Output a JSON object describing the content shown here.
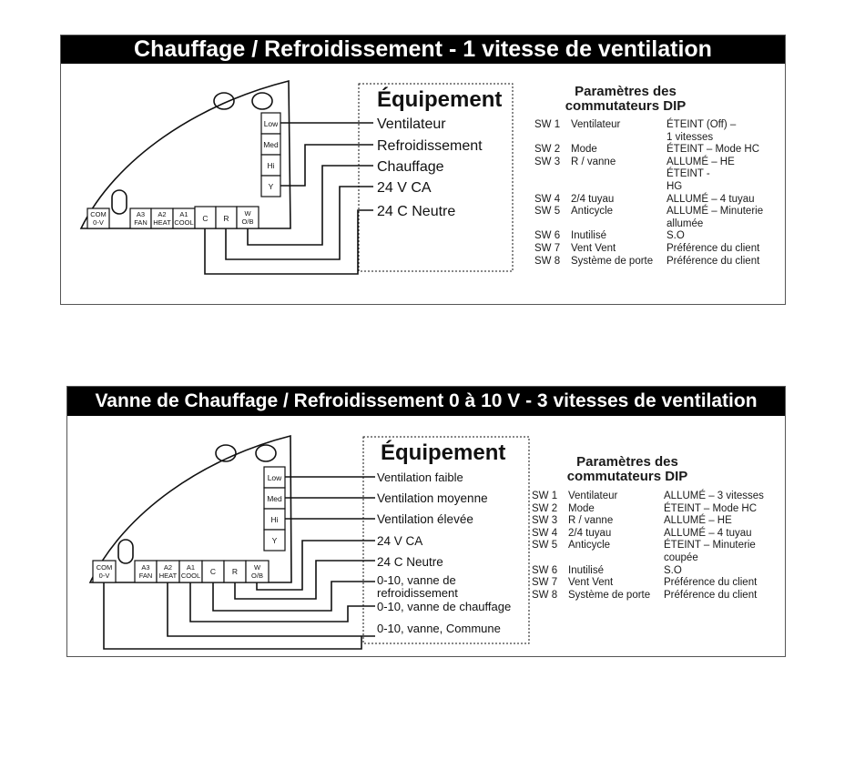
{
  "diagram1": {
    "title": "Chauffage / Refroidissement - 1 vitesse de ventilation",
    "fan_terminals": [
      "Low",
      "Med",
      "Hi",
      "Y"
    ],
    "bottom_terminals": [
      {
        "top": "COM",
        "bottom": "0-V"
      },
      {
        "top": "A3",
        "bottom": "FAN"
      },
      {
        "top": "A2",
        "bottom": "HEAT"
      },
      {
        "top": "A1",
        "bottom": "COOL"
      },
      {
        "top": "C",
        "bottom": ""
      },
      {
        "top": "R",
        "bottom": ""
      },
      {
        "top": "W",
        "bottom": "O/B"
      }
    ],
    "equipment_title": "Équipement",
    "equipment_labels": [
      "Ventilateur",
      "Refroidissement",
      "Chauffage",
      "24 V CA",
      "24 C Neutre"
    ],
    "dip": {
      "title_line1": "Paramètres des",
      "title_line2": "commutateurs DIP",
      "rows": [
        {
          "sw": "SW 1",
          "fn": "Ventilateur",
          "val": [
            "ÉTEINT (Off) –",
            "1 vitesses"
          ]
        },
        {
          "sw": "SW 2",
          "fn": "Mode",
          "val": [
            "ÉTEINT – Mode HC"
          ]
        },
        {
          "sw": "SW 3",
          "fn": "R / vanne",
          "val": [
            "ALLUMÉ – HE",
            "ÉTEINT -",
            "HG"
          ]
        },
        {
          "sw": "SW 4",
          "fn": "2/4 tuyau",
          "val": [
            "ALLUMÉ – 4 tuyau"
          ]
        },
        {
          "sw": "SW 5",
          "fn": "Anticycle",
          "val": [
            "ALLUMÉ – Minuterie",
            "allumée"
          ]
        },
        {
          "sw": "SW 6",
          "fn": "Inutilisé",
          "val": [
            "S.O"
          ]
        },
        {
          "sw": "SW 7",
          "fn": "Vent Vent",
          "val": [
            "Préférence du client"
          ]
        },
        {
          "sw": "SW 8",
          "fn": "Système de porte",
          "val": [
            "Préférence du client"
          ]
        }
      ]
    }
  },
  "diagram2": {
    "title": "Vanne de Chauffage / Refroidissement 0 à 10 V - 3 vitesses de ventilation",
    "fan_terminals": [
      "Low",
      "Med",
      "Hi",
      "Y"
    ],
    "bottom_terminals": [
      {
        "top": "COM",
        "bottom": "0-V"
      },
      {
        "top": "A3",
        "bottom": "FAN"
      },
      {
        "top": "A2",
        "bottom": "HEAT"
      },
      {
        "top": "A1",
        "bottom": "COOL"
      },
      {
        "top": "C",
        "bottom": ""
      },
      {
        "top": "R",
        "bottom": ""
      },
      {
        "top": "W",
        "bottom": "O/B"
      }
    ],
    "equipment_title": "Équipement",
    "equipment_labels": [
      "Ventilation faible",
      "Ventilation moyenne",
      "Ventilation élevée",
      "24 V CA",
      "24 C Neutre",
      "0-10, vanne de",
      "refroidissement",
      "0-10, vanne de chauffage",
      "0-10, vanne,  Commune"
    ],
    "dip": {
      "title_line1": "Paramètres des",
      "title_line2": "commutateurs DIP",
      "rows": [
        {
          "sw": "SW 1",
          "fn": "Ventilateur",
          "val": [
            "ALLUMÉ – 3 vitesses"
          ]
        },
        {
          "sw": "SW 2",
          "fn": "Mode",
          "val": [
            "ÉTEINT – Mode HC"
          ]
        },
        {
          "sw": "SW 3",
          "fn": "R / vanne",
          "val": [
            "ALLUMÉ – HE"
          ]
        },
        {
          "sw": "SW 4",
          "fn": "2/4 tuyau",
          "val": [
            "ALLUMÉ – 4 tuyau"
          ]
        },
        {
          "sw": "SW 5",
          "fn": "Anticycle",
          "val": [
            "ÉTEINT – Minuterie",
            "coupée"
          ]
        },
        {
          "sw": "SW 6",
          "fn": "Inutilisé",
          "val": [
            "S.O"
          ]
        },
        {
          "sw": "SW 7",
          "fn": "Vent Vent",
          "val": [
            "Préférence du client"
          ]
        },
        {
          "sw": "SW 8",
          "fn": "Système de porte",
          "val": [
            "Préférence du client"
          ]
        }
      ]
    }
  }
}
